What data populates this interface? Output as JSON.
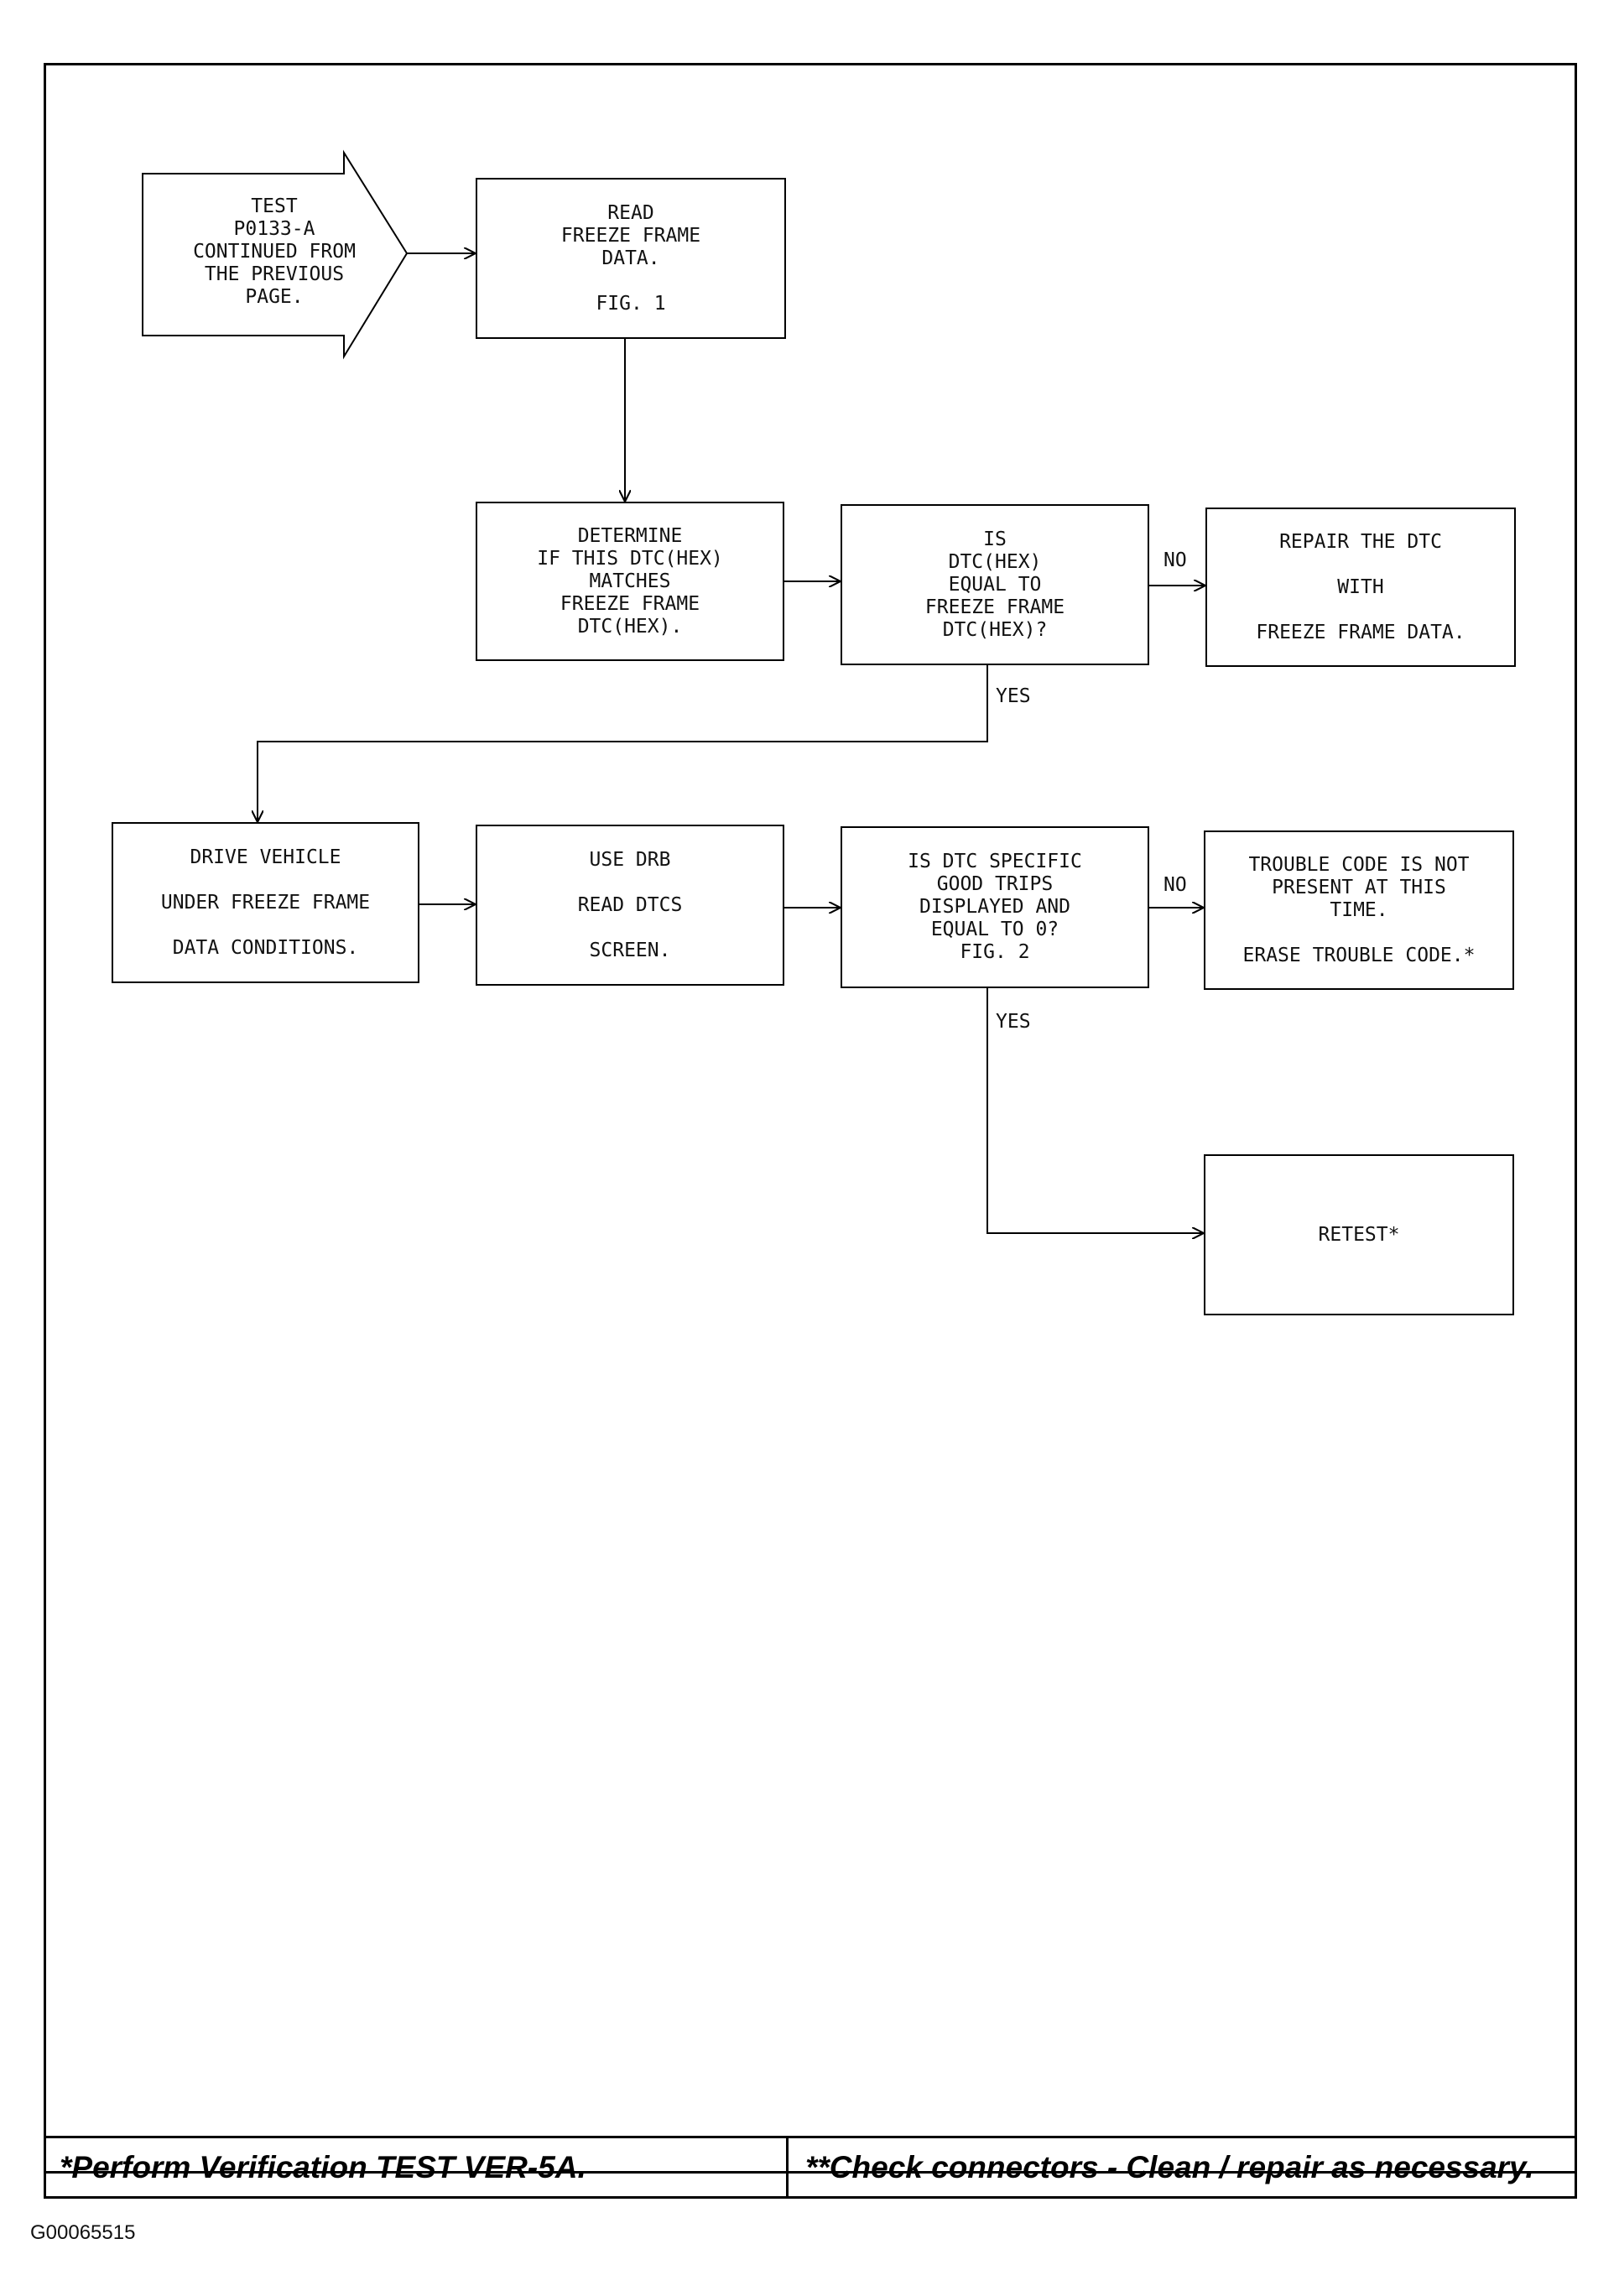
{
  "start": {
    "lines": [
      "TEST",
      "P0133-A",
      "CONTINUED FROM",
      "THE PREVIOUS",
      "PAGE."
    ]
  },
  "nodes": {
    "read_ff": {
      "lines": [
        "READ",
        "FREEZE FRAME",
        "DATA.",
        "",
        "FIG. 1"
      ]
    },
    "determine": {
      "lines": [
        "DETERMINE",
        "IF THIS DTC(HEX)",
        "MATCHES",
        "FREEZE FRAME",
        "DTC(HEX)."
      ]
    },
    "is_dtc_equal": {
      "lines": [
        "IS",
        "DTC(HEX)",
        "EQUAL TO",
        "FREEZE FRAME",
        "DTC(HEX)?"
      ]
    },
    "repair_dtc": {
      "lines": [
        "REPAIR THE DTC",
        "",
        "WITH",
        "",
        "FREEZE FRAME DATA."
      ]
    },
    "drive_vehicle": {
      "lines": [
        "DRIVE VEHICLE",
        "",
        "UNDER FREEZE FRAME",
        "",
        "DATA CONDITIONS."
      ]
    },
    "use_drb": {
      "lines": [
        "USE DRB",
        "",
        "READ DTCS",
        "",
        "SCREEN."
      ]
    },
    "good_trips": {
      "lines": [
        "IS DTC SPECIFIC",
        "GOOD TRIPS",
        "DISPLAYED AND",
        "EQUAL TO 0?",
        "FIG. 2"
      ]
    },
    "trouble_code": {
      "lines": [
        "TROUBLE CODE IS NOT",
        "PRESENT AT THIS",
        "TIME.",
        "",
        "ERASE TROUBLE CODE.*"
      ]
    },
    "retest": {
      "lines": [
        "RETEST*"
      ]
    }
  },
  "edge_labels": {
    "no_1": "NO",
    "yes_1": "YES",
    "no_2": "NO",
    "yes_2": "YES"
  },
  "footer": {
    "left": "*Perform Verification TEST VER-5A.",
    "right": "**Check connectors - Clean / repair as necessary."
  },
  "figure_id": "G00065515"
}
